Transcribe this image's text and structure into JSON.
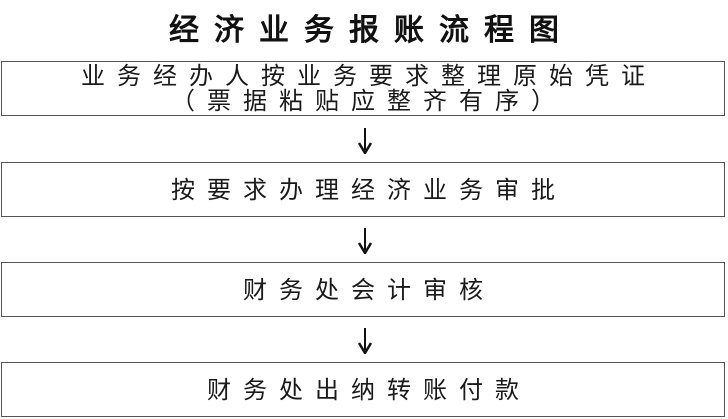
{
  "title": "经济业务报账流程图",
  "steps": [
    {
      "lines": [
        "业务经办人按业务要求整理原始凭证",
        "（票据粘贴应整齐有序）"
      ]
    },
    {
      "lines": [
        "按要求办理经济业务审批"
      ]
    },
    {
      "lines": [
        "财务处会计审核"
      ]
    },
    {
      "lines": [
        "财务处出纳转账付款"
      ]
    }
  ],
  "connectors": [
    {
      "icon": "down-arrow-icon"
    },
    {
      "icon": "down-arrow-icon"
    },
    {
      "icon": "down-arrow-icon"
    }
  ],
  "colors": {
    "border": "#555555",
    "text": "#1a1a1a",
    "background": "#ffffff"
  }
}
